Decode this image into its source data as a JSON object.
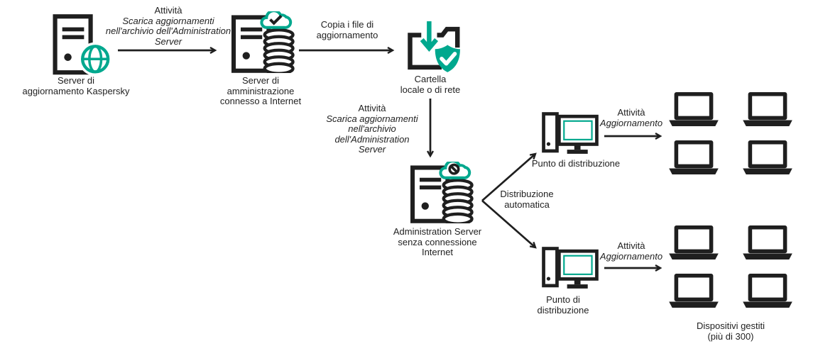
{
  "diagram_title": "Kaspersky update distribution flow (offline Administration Server)",
  "colors": {
    "accent": "#00a88e",
    "ink": "#1f1f1f",
    "background": "#ffffff"
  },
  "nodes": {
    "update_server": {
      "icon": "server-globe-icon",
      "lines": [
        "Server di",
        "aggiornamento Kaspersky"
      ]
    },
    "admin_server_online": {
      "icon": "server-cloud-check-database-icon",
      "lines": [
        "Server di",
        "amministrazione",
        "connesso a Internet"
      ]
    },
    "shared_folder": {
      "icon": "folder-download-shield-icon",
      "lines": [
        "Cartella",
        "locale o di rete"
      ]
    },
    "admin_server_offline": {
      "icon": "server-cloud-blocked-database-icon",
      "lines": [
        "Administration Server",
        "senza connessione",
        "Internet"
      ]
    },
    "distribution_point_top": {
      "icon": "desktop-icon",
      "lines": [
        "Punto di distribuzione"
      ]
    },
    "distribution_point_bottom": {
      "icon": "desktop-icon",
      "lines": [
        "Punto di",
        "distribuzione"
      ]
    },
    "managed_devices": {
      "caption_lines": [
        "Dispositivi gestiti",
        "(più di 300)"
      ],
      "top_grid": [
        "apple",
        "windows",
        "windows",
        "linux"
      ],
      "bottom_grid": [
        "apple",
        "windows",
        "windows",
        "linux"
      ]
    }
  },
  "edges": {
    "download_task_1": {
      "title": "Attività",
      "lines": [
        "Scarica aggiornamenti",
        "nell'archivio dell'Administration",
        "Server"
      ]
    },
    "copy_files": {
      "lines": [
        "Copia i file di",
        "aggiornamento"
      ]
    },
    "download_task_2": {
      "title": "Attività",
      "lines": [
        "Scarica aggiornamenti",
        "nell'archivio",
        "dell'Administration",
        "Server"
      ]
    },
    "automatic_distribution": {
      "lines": [
        "Distribuzione",
        "automatica"
      ]
    },
    "update_task_top": {
      "title": "Attività",
      "lines": [
        "Aggiornamento"
      ]
    },
    "update_task_bottom": {
      "title": "Attività",
      "lines": [
        "Aggiornamento"
      ]
    }
  }
}
